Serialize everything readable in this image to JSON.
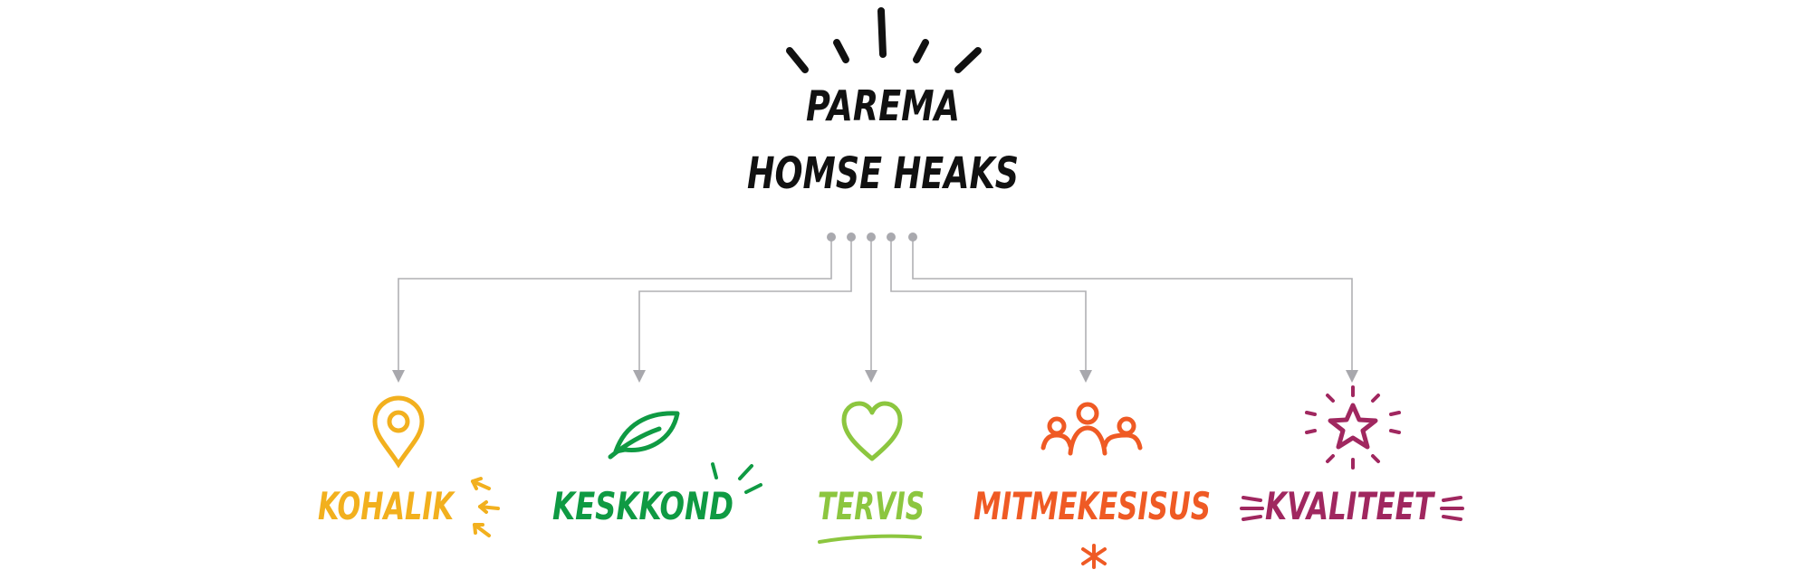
{
  "header": {
    "line1": "PAREMA",
    "line2": "HOMSE HEAKS"
  },
  "colors": {
    "title": "#111111",
    "connector": "#b0b0b4",
    "arrow": "#a8a8ad",
    "dot": "#a9a9ae"
  },
  "values": [
    {
      "label": "KOHALIK",
      "icon": "location-pin-icon",
      "color": "#f2b01e"
    },
    {
      "label": "KESKKOND",
      "icon": "leaf-icon",
      "color": "#0f9a43"
    },
    {
      "label": "TERVIS",
      "icon": "heart-icon",
      "color": "#8cc63f"
    },
    {
      "label": "MITMEKESISUS",
      "icon": "people-icon",
      "color": "#ef5a24"
    },
    {
      "label": "KVALITEET",
      "icon": "star-icon",
      "color": "#a0275f"
    }
  ]
}
